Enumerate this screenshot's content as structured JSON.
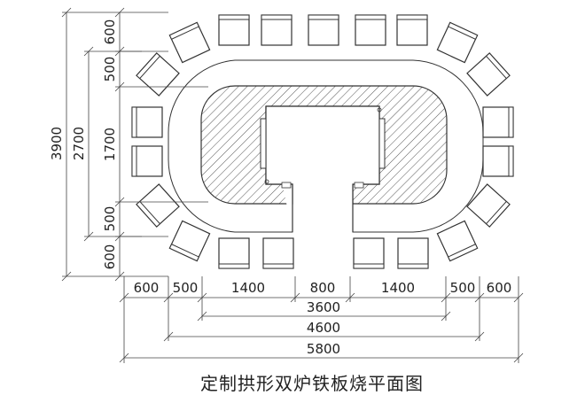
{
  "drawing": {
    "title": "定制拱形双炉铁板烧平面图",
    "vertical_total": "3900",
    "vertical_inner": "2700",
    "vertical_segments": [
      "600",
      "500",
      "1700",
      "500",
      "600"
    ],
    "horizontal_segments": [
      "600",
      "500",
      "1400",
      "800",
      "1400",
      "500",
      "600"
    ],
    "horizontal_3600": "3600",
    "horizontal_4600": "4600",
    "horizontal_5800": "5800",
    "colors": {
      "line": "#333333",
      "hatch": "#555555",
      "background": "#ffffff"
    }
  }
}
